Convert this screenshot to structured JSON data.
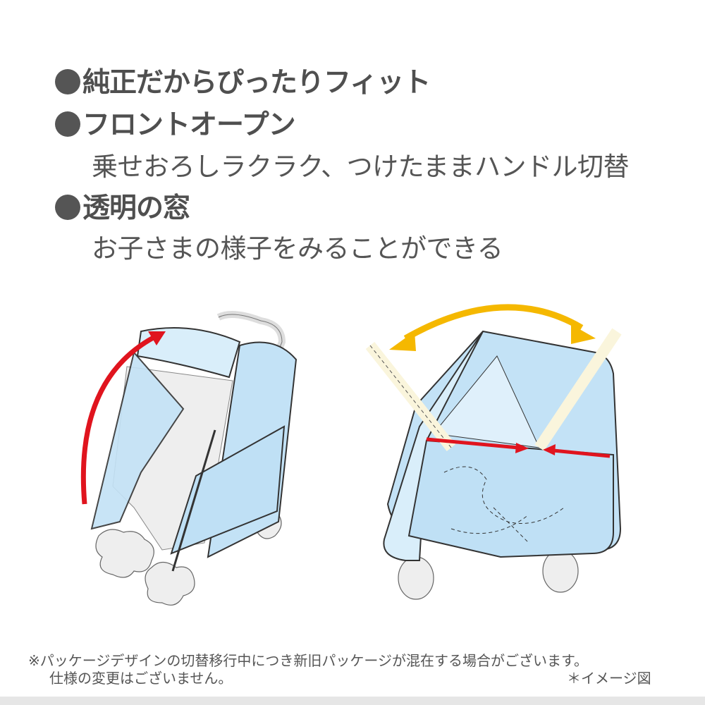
{
  "features": [
    {
      "bullet": "●",
      "title": "純正だからぴったりフィット"
    },
    {
      "bullet": "●",
      "title": "フロントオープン",
      "description": "乗せおろしラクラク、つけたままハンドル切替"
    },
    {
      "bullet": "●",
      "title": "透明の窓",
      "description": "お子さまの様子をみることができる"
    }
  ],
  "illustrations": {
    "left": {
      "name": "stroller-front-open",
      "arrow_color": "#e0141e"
    },
    "right": {
      "name": "stroller-handle-switch",
      "arrow_color": "#f5b800",
      "cover_color": "#bfe0f5"
    }
  },
  "footer": {
    "note_line1": "※パッケージデザインの切替移行中につき新旧パッケージが混在する場合がございます。",
    "note_line2": "仕様の変更はございません。",
    "image_note": "＊イメージ図"
  }
}
